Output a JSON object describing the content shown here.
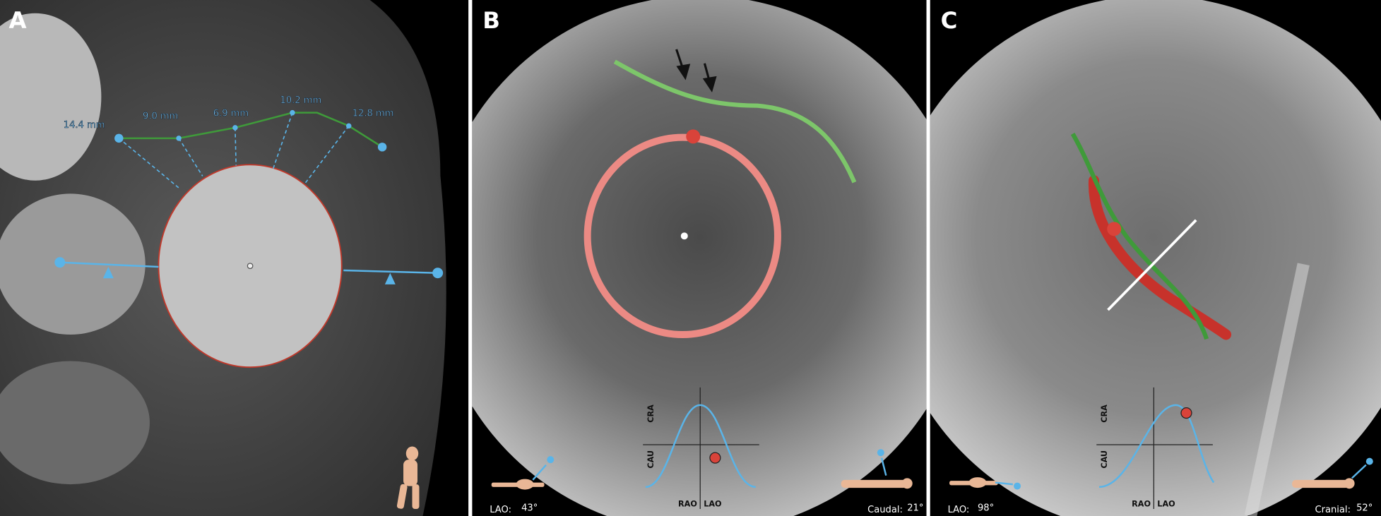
{
  "panels": {
    "a": {
      "label": "A",
      "measurements": [
        "14.4 mm",
        "9.0 mm",
        "6.9 mm",
        "10.2 mm",
        "12.8 mm"
      ]
    },
    "b": {
      "label": "B",
      "axis_labels": {
        "cra": "CRA",
        "cau": "CAU",
        "rao": "RAO",
        "lao": "LAO"
      },
      "angle_1": {
        "name": "LAO:",
        "value": "43°"
      },
      "angle_2": {
        "name": "Caudal:",
        "value": "21°"
      }
    },
    "c": {
      "label": "C",
      "axis_labels": {
        "cra": "CRA",
        "cau": "CAU",
        "rao": "RAO",
        "lao": "LAO"
      },
      "angle_1": {
        "name": "LAO:",
        "value": "98°"
      },
      "angle_2": {
        "name": "Cranial:",
        "value": "52°"
      }
    }
  },
  "colors": {
    "green": "#3f9a3a",
    "red": "#d9433a",
    "blue": "#5ab4e8",
    "salmon": "#ec8a84",
    "skin": "#e9b796"
  }
}
